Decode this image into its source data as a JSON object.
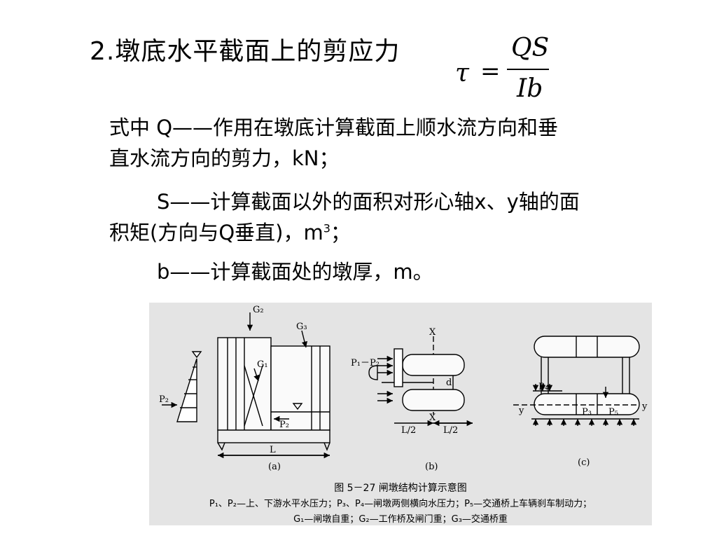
{
  "heading": "2.墩底水平截面上的剪应力",
  "formula": {
    "lhs": "τ",
    "eq": "=",
    "numerator": "QS",
    "denominator": "Ib"
  },
  "definitions": {
    "line1a": "式中  Q——作用在墩底计算截面上顺水流方向和垂",
    "line1b": "直水流方向的剪力，kN；",
    "line2a": "S——计算截面以外的面积对形心轴x、y轴的面",
    "line2b_pre": "积矩(方向与Q垂直)，m",
    "line2b_sup": "3",
    "line2b_post": "；",
    "line3": "b——计算截面处的墩厚，m。"
  },
  "figure": {
    "labels": {
      "g2": "G₂",
      "g3": "G₃",
      "g1": "G₁",
      "p2": "P₂",
      "p2b": "P₂",
      "l": "L",
      "a": "(a)",
      "x_top": "X",
      "x_bot": "X",
      "p1p2": "P₁－P₂",
      "d": "d",
      "half_l1": "L/2",
      "half_l2": "L/2",
      "b": "(b)",
      "p4": "P₄",
      "y_left": "y",
      "y_right": "y",
      "p3": "P₃",
      "p5": "P₅",
      "c": "(c)"
    },
    "caption_title": "图 5－27  闸墩结构计算示意图",
    "caption_line2": "P₁、P₂—上、下游水平水压力；P₃、P₄—闸墩两侧横向水压力；P₅—交通桥上车辆刹车制动力；",
    "caption_line3": "G₁—闸墩自重；G₂—工作桥及闸门重；G₃—交通桥重"
  }
}
